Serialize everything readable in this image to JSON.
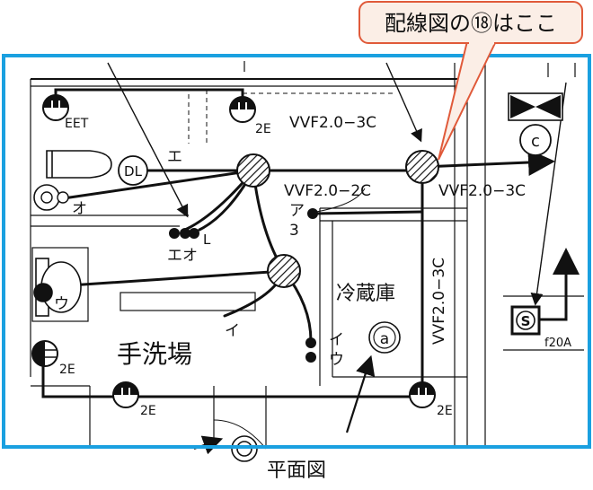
{
  "callout": {
    "text": "配線図の⑱はここ"
  },
  "labels": {
    "eet": "EET",
    "outlet_2e_top": "2E",
    "outlet_2e_left": "2E",
    "outlet_2e_bottom_left": "2E",
    "outlet_2e_bottom_right": "2E",
    "cable_top": "VVF2.0−3C",
    "cable_mid": "VVF2.0−2C",
    "cable_right": "VVF2.0−3C",
    "cable_vertical": "VVF2.0−3C",
    "dl": "DL",
    "e": "エ",
    "o": "オ",
    "eo": "エオ",
    "l": "L",
    "a": "ア",
    "three": "3",
    "u": "ウ",
    "i": "イ",
    "iu_i": "イ",
    "iu_u": "ウ",
    "cold_storage": "冷蔵庫",
    "a_circle": "a",
    "c_circle": "c",
    "s_box": "S",
    "f20a": "f20A",
    "washroom": "手洗場"
  },
  "caption": "平面図",
  "colors": {
    "frame": "#1aa0e0",
    "callout_border": "#e05a3a",
    "callout_fill": "#fbeee6",
    "line": "#111111"
  }
}
